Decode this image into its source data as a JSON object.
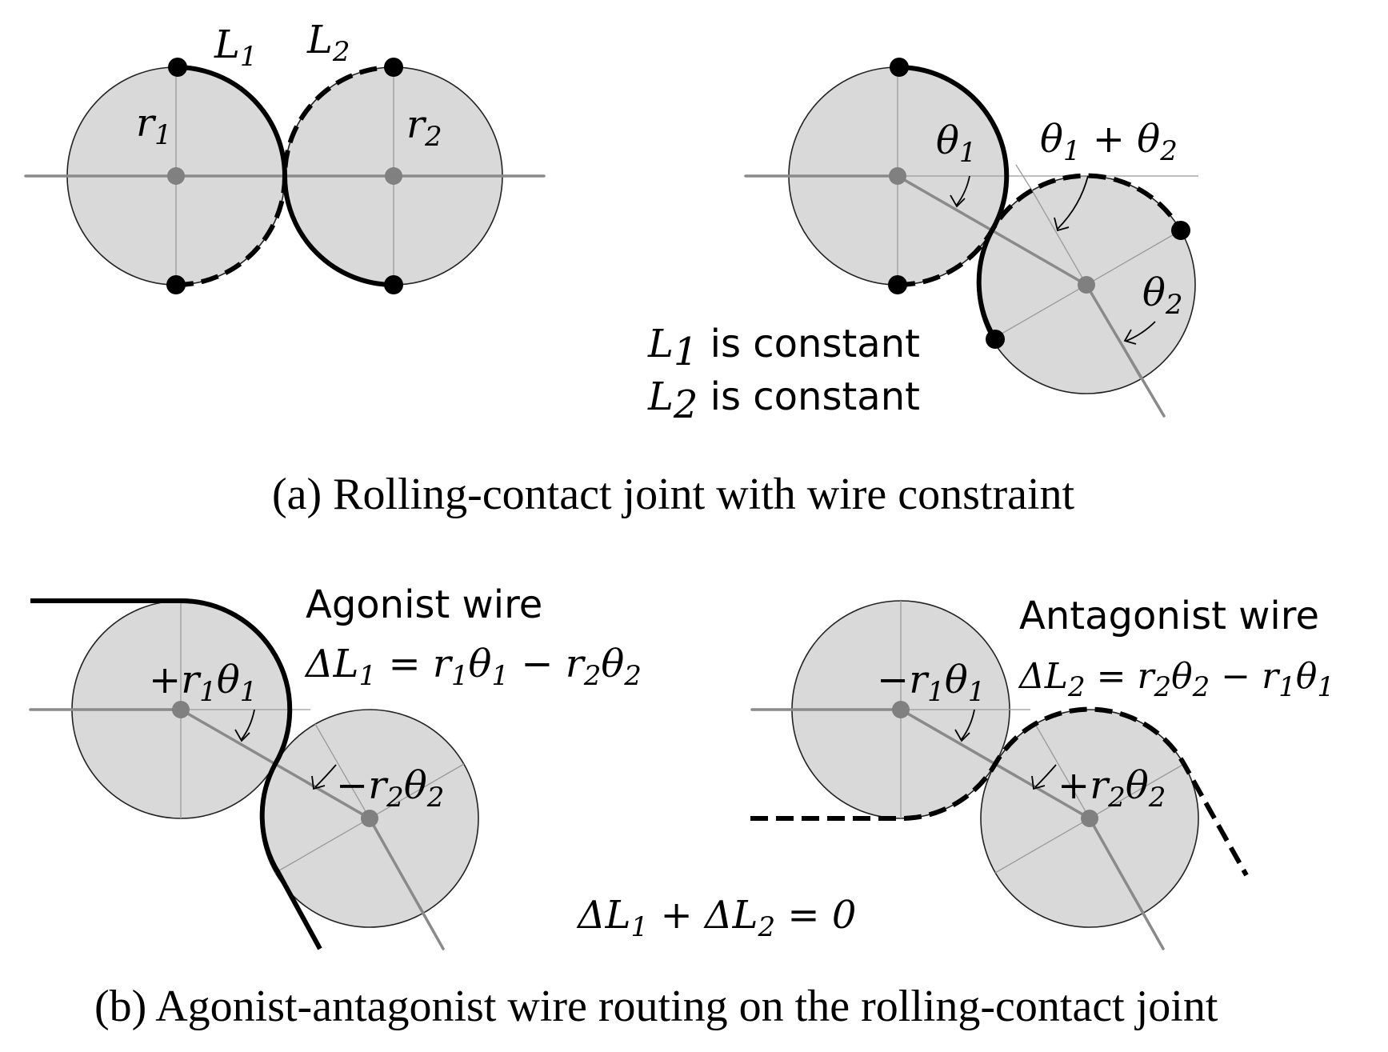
{
  "panel_a": {
    "left": {
      "label_L1": [
        "L",
        "1"
      ],
      "label_L2": [
        "L",
        "2"
      ],
      "label_r1": [
        "r",
        "1"
      ],
      "label_r2": [
        "r",
        "2"
      ]
    },
    "right": {
      "label_theta1": [
        "θ",
        "1"
      ],
      "label_sum": [
        "θ",
        "1",
        " + θ",
        "2"
      ],
      "label_theta2": [
        "θ",
        "2"
      ],
      "line1": [
        "L",
        "1",
        " is constant"
      ],
      "line2": [
        "L",
        "2",
        " is constant"
      ]
    },
    "caption": "(a) Rolling-contact joint with wire constraint"
  },
  "panel_b": {
    "agonist": {
      "title": "Agonist wire",
      "equation": [
        "ΔL",
        "1",
        " = r",
        "1",
        "θ",
        "1",
        " − r",
        "2",
        "θ",
        "2"
      ],
      "label_top": [
        "+r",
        "1",
        "θ",
        "1"
      ],
      "label_bottom": [
        "−r",
        "2",
        "θ",
        "2"
      ]
    },
    "antagonist": {
      "title": "Antagonist wire",
      "equation": [
        "ΔL",
        "2",
        " = r",
        "2",
        "θ",
        "2",
        " − r",
        "1",
        "θ",
        "1"
      ],
      "label_top": [
        "−r",
        "1",
        "θ",
        "1"
      ],
      "label_bottom": [
        "+r",
        "2",
        "θ",
        "2"
      ]
    },
    "sum": [
      "ΔL",
      "1",
      " + ΔL",
      "2",
      " = 0"
    ],
    "caption": "(b) Agonist-antagonist wire routing on the rolling-contact joint"
  }
}
